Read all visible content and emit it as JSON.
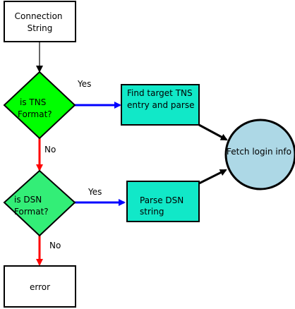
{
  "nodes": {
    "connection_string": {
      "lines": [
        "Connection",
        "String"
      ],
      "fill": "#ffffff"
    },
    "is_tns": {
      "lines": [
        "is TNS",
        "Format?"
      ],
      "fill": "#00ff00"
    },
    "is_dsn": {
      "lines": [
        "is DSN",
        "Format?"
      ],
      "fill": "#33ee77"
    },
    "find_tns": {
      "lines": [
        "Find target TNS",
        "entry and parse"
      ],
      "fill": "#11e8c8"
    },
    "parse_dsn": {
      "lines": [
        "Parse DSN",
        "string"
      ],
      "fill": "#11e8c8"
    },
    "fetch_login": {
      "label": "Fetch login info",
      "fill": "#add8e6"
    },
    "error": {
      "label": "error",
      "fill": "#ffffff"
    }
  },
  "edges": {
    "tns_yes": {
      "label": "Yes",
      "color": "#0000ff"
    },
    "tns_no": {
      "label": "No",
      "color": "#ff0000"
    },
    "dsn_yes": {
      "label": "Yes",
      "color": "#0000ff"
    },
    "dsn_no": {
      "label": "No",
      "color": "#ff0000"
    },
    "start_to_tns": {
      "color": "#000000"
    },
    "find_to_fetch": {
      "color": "#000000"
    },
    "parse_to_fetch": {
      "color": "#000000"
    }
  }
}
